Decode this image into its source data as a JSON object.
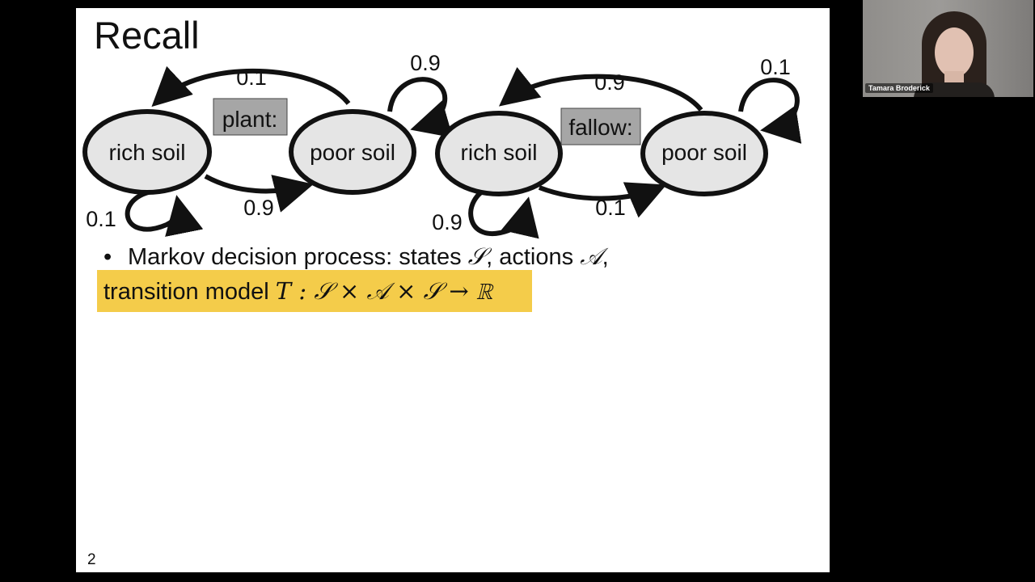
{
  "slide": {
    "title": "Recall",
    "page_number": "2",
    "diagrams": {
      "plant": {
        "action_label": "plant:",
        "left_state": "rich soil",
        "right_state": "poor soil",
        "arc_top_prob": "0.1",
        "arc_bottom_prob": "0.9",
        "self_loop_left_prob": "0.1",
        "self_loop_right_prob": "0.9"
      },
      "fallow": {
        "action_label": "fallow:",
        "left_state": "rich soil",
        "right_state": "poor soil",
        "arc_top_prob": "0.9",
        "arc_bottom_prob": "0.1",
        "self_loop_left_prob": "0.9",
        "self_loop_right_prob": "0.1"
      }
    },
    "bullet": {
      "marker": "•",
      "text_part1": "Markov decision process: states ",
      "math_states": "𝒮",
      "text_part2": ", actions ",
      "math_actions": "𝒜",
      "text_part3": ","
    },
    "highlight": {
      "text": "transition model ",
      "math": "T : 𝒮 × 𝒜 × 𝒮 → ℝ",
      "color": "#f4cc4a"
    }
  },
  "webcam": {
    "participant_name": "Tamara Broderick"
  },
  "colors": {
    "background": "#000000",
    "slide": "#ffffff",
    "state_fill": "#e5e5e5",
    "action_label_fill": "#a6a6a6"
  }
}
